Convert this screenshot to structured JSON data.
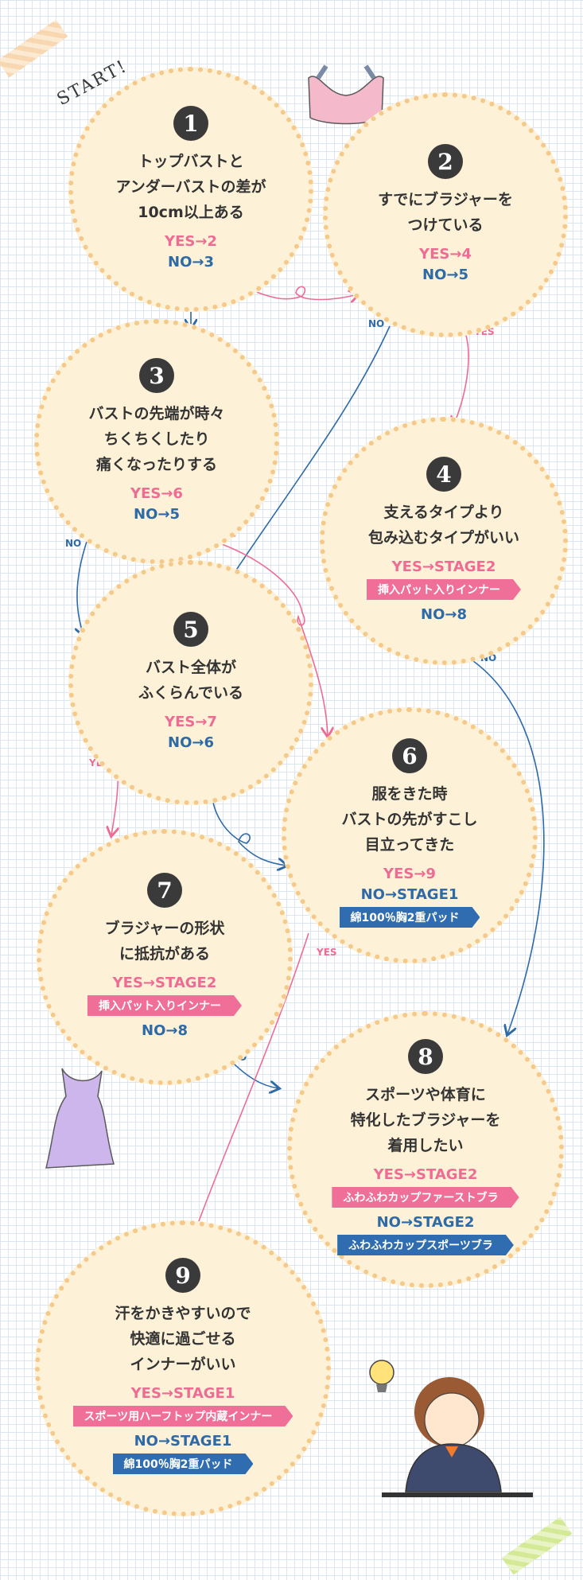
{
  "start_label": "START!",
  "nodes": [
    {
      "id": 1,
      "num": "1",
      "lines": [
        "トップバストと",
        "アンダーバストの差が",
        "10cm以上ある"
      ],
      "yes": "YES→2",
      "no": "NO→3"
    },
    {
      "id": 2,
      "num": "2",
      "lines": [
        "すでにブラジャーを",
        "つけている"
      ],
      "yes": "YES→4",
      "no": "NO→5"
    },
    {
      "id": 3,
      "num": "3",
      "lines": [
        "バストの先端が時々",
        "ちくちくしたり",
        "痛くなったりする"
      ],
      "yes": "YES→6",
      "no": "NO→5"
    },
    {
      "id": 4,
      "num": "4",
      "lines": [
        "支えるタイプより",
        "包み込むタイプがいい"
      ],
      "yes": "YES→STAGE2",
      "yes_tag": "挿入パット入りインナー",
      "no": "NO→8"
    },
    {
      "id": 5,
      "num": "5",
      "lines": [
        "バスト全体が",
        "ふくらんでいる"
      ],
      "yes": "YES→7",
      "no": "NO→6"
    },
    {
      "id": 6,
      "num": "6",
      "lines": [
        "服をきた時",
        "バストの先がすこし",
        "目立ってきた"
      ],
      "yes": "YES→9",
      "no": "NO→STAGE1",
      "no_tag": "綿100％胸2重パッド"
    },
    {
      "id": 7,
      "num": "7",
      "lines": [
        "ブラジャーの形状",
        "に抵抗がある"
      ],
      "yes": "YES→STAGE2",
      "yes_tag": "挿入パット入りインナー",
      "no": "NO→8"
    },
    {
      "id": 8,
      "num": "8",
      "lines": [
        "スポーツや体育に",
        "特化したブラジャーを",
        "着用したい"
      ],
      "yes": "YES→STAGE2",
      "yes_tag": "ふわふわカップファーストブラ",
      "no": "NO→STAGE2",
      "no_tag": "ふわふわカップスポーツブラ"
    },
    {
      "id": 9,
      "num": "9",
      "lines": [
        "汗をかきやすいので",
        "快適に過ごせる",
        "インナーがいい"
      ],
      "yes": "YES→STAGE1",
      "yes_tag": "スポーツ用ハーフトップ内蔵インナー",
      "no": "NO→STAGE1",
      "no_tag": "綿100％胸2重パッド"
    }
  ],
  "edge_labels": {
    "yes": "YES",
    "no": "NO"
  },
  "colors": {
    "yes": "#ee6c94",
    "no": "#2e6aa6",
    "circle": "#fdf1d7",
    "dots": "#f5c98a"
  }
}
